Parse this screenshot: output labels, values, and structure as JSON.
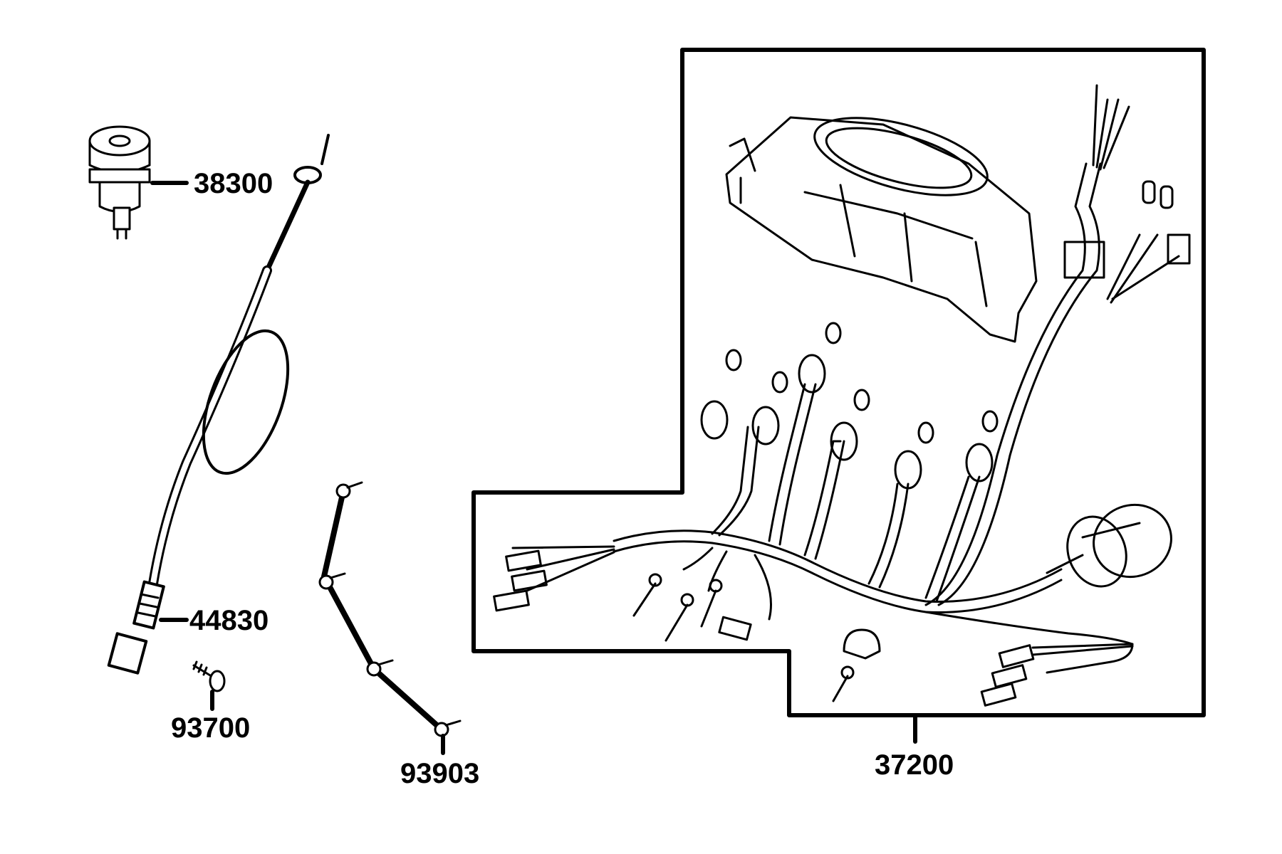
{
  "diagram": {
    "labels": {
      "ignition_switch": "38300",
      "speedometer_cable": "44830",
      "cable_screw": "93700",
      "clip_screw": "93903",
      "dashboard_assembly": "37200"
    },
    "colors": {
      "line": "#000000",
      "background": "#ffffff"
    },
    "icons": [
      "ignition-switch-icon",
      "speedometer-cable-icon",
      "screw-icon",
      "instrument-cluster-icon",
      "wiring-harness-icon",
      "bulb-icon",
      "bulb-socket-icon",
      "connector-icon",
      "cable-clamp-icon",
      "horn-icon"
    ]
  }
}
